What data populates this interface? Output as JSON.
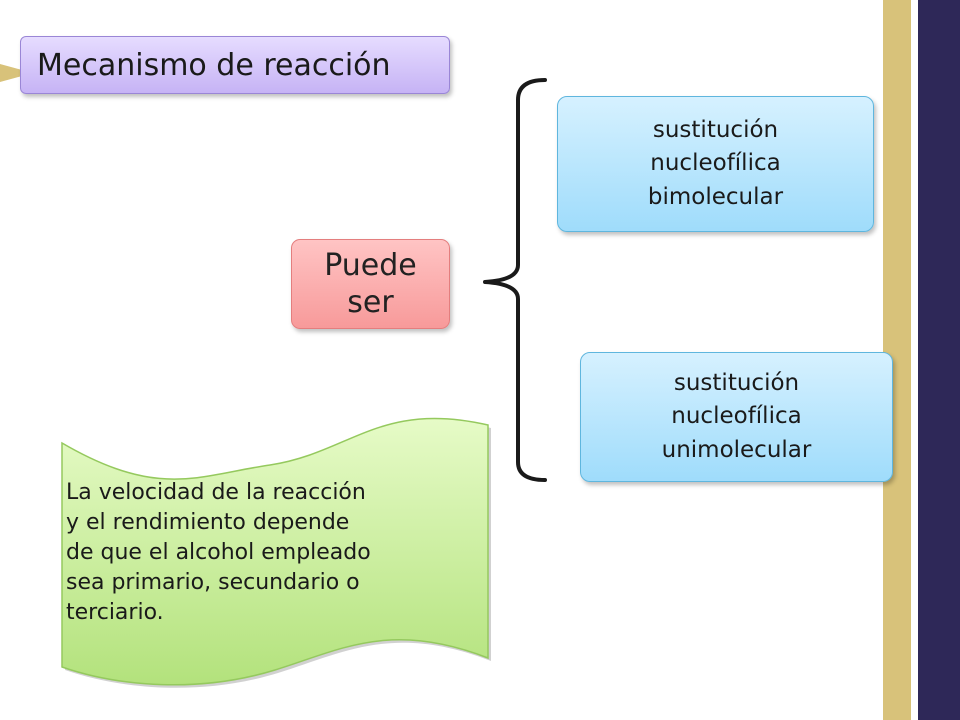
{
  "title": "Mecanismo de reacción",
  "center_box": {
    "line1": "Puede",
    "line2": "ser"
  },
  "option_1": {
    "line1": "sustitución",
    "line2": "nucleofílica",
    "line3": "bimolecular"
  },
  "option_2": {
    "line1": "sustitución",
    "line2": "nucleofílica",
    "line3": "unimolecular"
  },
  "note": {
    "line1": "La velocidad de la reacción",
    "line2": "y el rendimiento depende",
    "line3": "de que el alcohol empleado",
    "line4": "sea primario, secundario o",
    "line5": "terciario."
  },
  "colors": {
    "title_fill": "#c6b3f5",
    "center_fill": "#f79a9a",
    "option_fill": "#9fdcfb",
    "note_fill": "#c7f095",
    "stripe_gold": "#d8c27a",
    "stripe_navy": "#2e2858"
  }
}
